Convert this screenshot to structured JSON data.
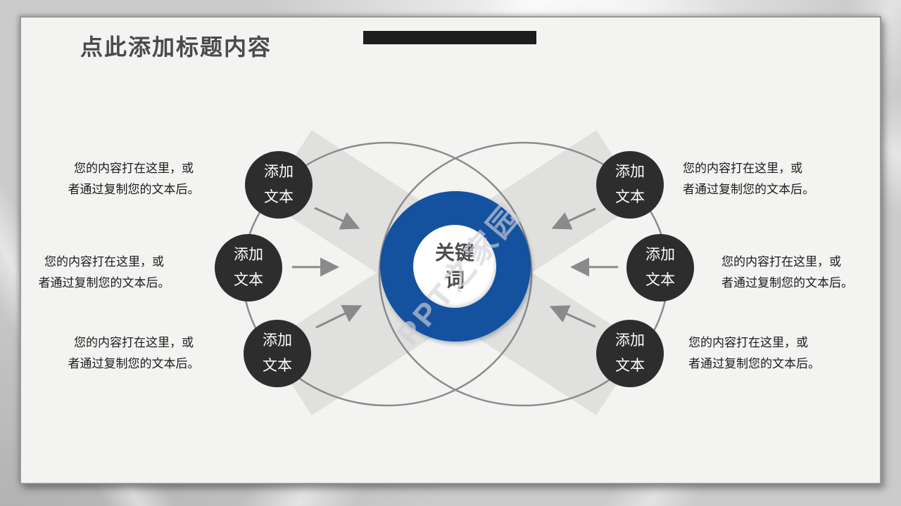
{
  "slide": {
    "title": "点此添加标题内容"
  },
  "center": {
    "keyword_line1": "关键",
    "keyword_line2": "词"
  },
  "nodes": [
    {
      "id": "left-top",
      "line1": "添加",
      "line2": "文本"
    },
    {
      "id": "left-middle",
      "line1": "添加",
      "line2": "文本"
    },
    {
      "id": "left-bottom",
      "line1": "添加",
      "line2": "文本"
    },
    {
      "id": "right-top",
      "line1": "添加",
      "line2": "文本"
    },
    {
      "id": "right-middle",
      "line1": "添加",
      "line2": "文本"
    },
    {
      "id": "right-bottom",
      "line1": "添加",
      "line2": "文本"
    }
  ],
  "text_blocks": [
    {
      "id": "left-top",
      "line1": "您的内容打在这里，或",
      "line2": "者通过复制您的文本后。"
    },
    {
      "id": "left-middle",
      "line1": "您的内容打在这里，或",
      "line2": "者通过复制您的文本后。"
    },
    {
      "id": "left-bottom",
      "line1": "您的内容打在这里，或",
      "line2": "者通过复制您的文本后。"
    },
    {
      "id": "right-top",
      "line1": "您的内容打在这里，或",
      "line2": "者通过复制您的文本后。"
    },
    {
      "id": "right-middle",
      "line1": "您的内容打在这里，或",
      "line2": "者通过复制您的文本后。"
    },
    {
      "id": "right-bottom",
      "line1": "您的内容打在这里，或",
      "line2": "者通过复制您的文本后。"
    }
  ],
  "watermark": {
    "text": "PPT之家园"
  },
  "colors": {
    "accent_blue": "#14519f",
    "node_dark": "#2d2d2d",
    "title_bar_black": "#1d1d1d",
    "arrow_gray": "#8a8a8a",
    "band_gray": "#e0e0df",
    "panel_bg": "#f3f3f2"
  }
}
